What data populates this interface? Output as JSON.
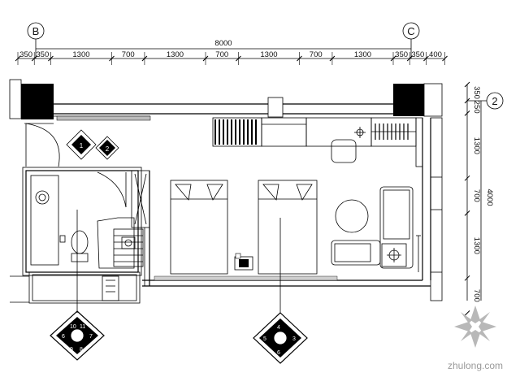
{
  "axes": {
    "left_top": "B",
    "right_top": "C",
    "right_side": "2"
  },
  "dimensions": {
    "top_total": "8000",
    "top_segments": [
      "350",
      "350",
      "1300",
      "700",
      "1300",
      "700",
      "1300",
      "700",
      "1300",
      "350",
      "350",
      "400"
    ],
    "right_total": "4000",
    "right_segments": [
      "350",
      "250",
      "1300",
      "700",
      "1300",
      "700"
    ]
  },
  "elevation_markers": {
    "door_marker_numbers": [
      "1",
      "2"
    ],
    "bathroom_marker_numbers": [
      "10",
      "11",
      "6",
      "7",
      "8",
      "9"
    ],
    "bedroom_marker_numbers": [
      "3",
      "4",
      "5",
      "6"
    ]
  },
  "watermark": "zhulong.com"
}
